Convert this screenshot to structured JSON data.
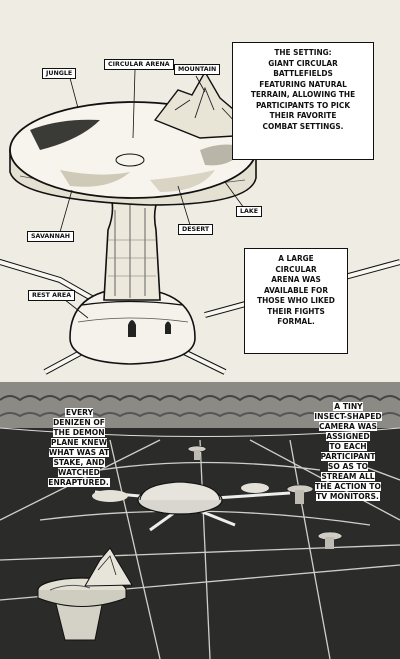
{
  "top_panel": {
    "caption_setting": "THE SETTING:\nGIANT CIRCULAR\nBATTLEFIELDS\nFEATURING NATURAL\nTERRAIN, ALLOWING THE\nPARTICIPANTS TO PICK\nTHEIR FAVORITE\nCOMBAT SETTINGS.",
    "caption_arena": "A LARGE\nCIRCULAR\nARENA WAS\nAVAILABLE FOR\nTHOSE WHO LIKED\nTHEIR FIGHTS\nFORMAL.",
    "labels": {
      "jungle": "JUNGLE",
      "circular_arena": "CIRCULAR ARENA",
      "mountain": "MOUNTAIN",
      "lake": "LAKE",
      "savannah": "SAVANNAH",
      "desert": "DESERT",
      "rest_area": "REST AREA"
    }
  },
  "bottom_panel": {
    "bubble_left": "EVERY\nDENIZEN OF\nTHE DEMON\nPLANE KNEW\nWHAT WAS AT\nSTAKE, AND\nWATCHED\nENRAPTURED.",
    "bubble_right": "A TINY\nINSECT-SHAPED\nCAMERA WAS\nASSIGNED\nTO EACH\nPARTICIPANT\nSO AS TO\nSTREAM ALL\nTHE ACTION TO\nTV MONITORS."
  }
}
